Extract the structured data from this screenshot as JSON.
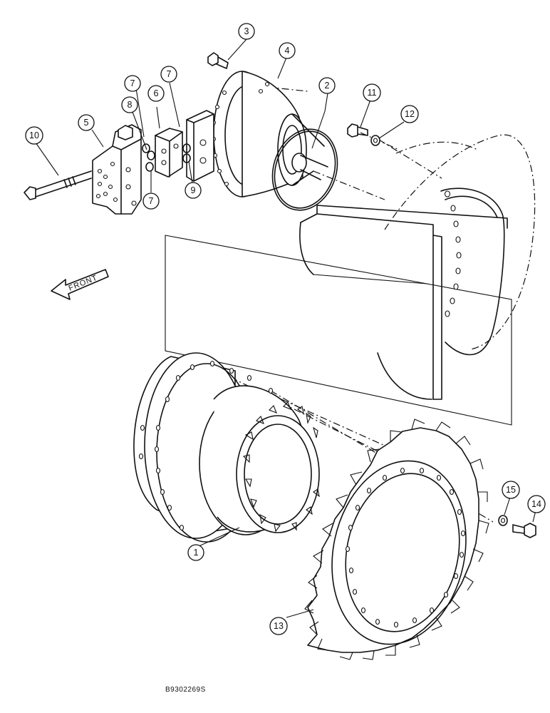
{
  "figure": {
    "code": "B9302269S"
  },
  "direction_label": "FRONT",
  "callouts": [
    {
      "id": "c1",
      "label": "1"
    },
    {
      "id": "c2",
      "label": "2"
    },
    {
      "id": "c3",
      "label": "3"
    },
    {
      "id": "c4",
      "label": "4"
    },
    {
      "id": "c5",
      "label": "5"
    },
    {
      "id": "c6",
      "label": "6"
    },
    {
      "id": "c7a",
      "label": "7"
    },
    {
      "id": "c7b",
      "label": "7"
    },
    {
      "id": "c7c",
      "label": "7"
    },
    {
      "id": "c8",
      "label": "8"
    },
    {
      "id": "c9",
      "label": "9"
    },
    {
      "id": "c10",
      "label": "10"
    },
    {
      "id": "c11",
      "label": "11"
    },
    {
      "id": "c12",
      "label": "12"
    },
    {
      "id": "c13",
      "label": "13"
    },
    {
      "id": "c14",
      "label": "14"
    },
    {
      "id": "c15",
      "label": "15"
    }
  ]
}
